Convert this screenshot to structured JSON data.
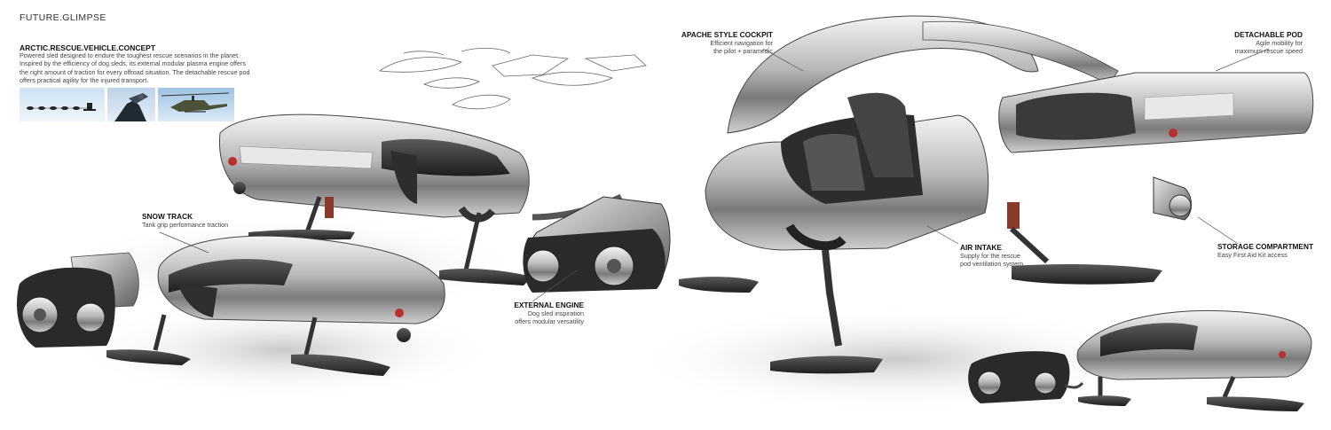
{
  "header": {
    "brand": "FUTURE.GLIMPSE"
  },
  "concept": {
    "title": "ARCTIC.RESCUE.VEHICLE.CONCEPT",
    "description": "Powered sled designed to endure the toughest rescue scenarios in the planet. Inspired by the efficiency of dog sleds, its external modular plasma engine offers the right amount of traction for every offroad situation. The detachable rescue pod offers practical agility for the injured transport."
  },
  "callouts": {
    "snow_track": {
      "title": "SNOW TRACK",
      "desc": "Tank grip performance traction"
    },
    "external_engine": {
      "title": "EXTERNAL ENGINE",
      "desc1": "Dog sled inspiration",
      "desc2": "offers modular versatility"
    },
    "apache_cockpit": {
      "title": "APACHE STYLE COCKPIT",
      "desc1": "Efficient navigation for",
      "desc2": "the pilot + paramedic"
    },
    "detachable_pod": {
      "title": "DETACHABLE POD",
      "desc1": "Agile mobility for",
      "desc2": "maximum rescue speed"
    },
    "air_intake": {
      "title": "AIR INTAKE",
      "desc1": "Supply for the rescue",
      "desc2": "pod ventilation system"
    },
    "storage": {
      "title": "STORAGE COMPARTMENT",
      "desc": "Easy First Aid Kit access"
    }
  },
  "colors": {
    "metal_light": "#e4e4e4",
    "metal_mid": "#9a9a9a",
    "metal_dark": "#3c3c3c",
    "accent_red": "#b8302a",
    "shadow": "#d9d9d9"
  }
}
